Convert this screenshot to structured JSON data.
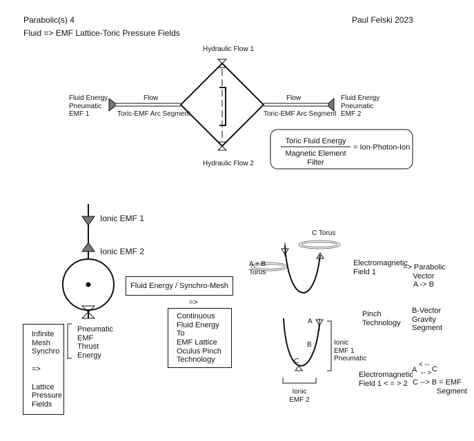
{
  "header": {
    "title": "Parabolic(s) 4",
    "subtitle": "Fluid => EMF Lattice-Toric Pressure Fields",
    "author": "Paul Felski 2023"
  },
  "top": {
    "hydraulic_flow_1": "Hydraulic Flow 1",
    "hydraulic_flow_2": "Hydraulic Flow 2",
    "left_label": [
      "Fluid Energy",
      "Pneumatic",
      "EMF 1"
    ],
    "right_label": [
      "Fluid Energy",
      "Pneumatic",
      "EMF 2"
    ],
    "flow_left": "Flow",
    "flow_right": "Flow",
    "segment_left": "Toric-EMF Arc Segment",
    "segment_right": "Toric-EMF Arc Segment",
    "formula": {
      "numerator": "Toric Fluid Energy",
      "denominator": [
        "Magnetic Element",
        "Filter"
      ],
      "result": "= Ion-Photon-Ion"
    }
  },
  "left": {
    "ionic_emf_1": "Ionic EMF 1",
    "ionic_emf_2": "Ionic EMF 2",
    "thrust_label": [
      "Pneumatic",
      "EMF",
      "Thrust",
      "Energy"
    ],
    "infinite_box": [
      "Infinite",
      "Mesh",
      "Synchro",
      "",
      "=>",
      "",
      "Lattice",
      "Pressure",
      "Fields"
    ]
  },
  "middle": {
    "synchro_mesh": "Fluid Energy / Synchro-Mesh",
    "arrow": "=>",
    "continuous_box": [
      "Continuous",
      "Fluid Energy",
      "To",
      "EMF Lattice",
      "Oculus Pinch",
      "Technology"
    ]
  },
  "right": {
    "c_torus": "C Torus",
    "ab_torus": [
      "A + B",
      "Torus"
    ],
    "em_field_1": [
      "Electromagnetic",
      "Field 1"
    ],
    "parabolic_vector": [
      "=> Parabolic",
      "Vector",
      "A -> B"
    ],
    "pinch_technology": [
      "Pinch",
      "Technology"
    ],
    "b_vector": [
      "B-Vector",
      "Gravity",
      "Segment"
    ],
    "point_a": "A",
    "point_b": "B",
    "point_c": "C",
    "ionic_emf1_pneumatic": [
      "Ionic",
      "EMF 1",
      "Pneumatic"
    ],
    "ionic_emf_2": [
      "Ionic",
      "EMF 2"
    ],
    "em_field_12": [
      "Electromagnetic",
      "Field 1 < = > 2"
    ],
    "a_c_relation": [
      "A",
      "< --",
      "-- >",
      "C"
    ],
    "c_b_emf": [
      "C --> B = EMF",
      "Segment"
    ]
  }
}
